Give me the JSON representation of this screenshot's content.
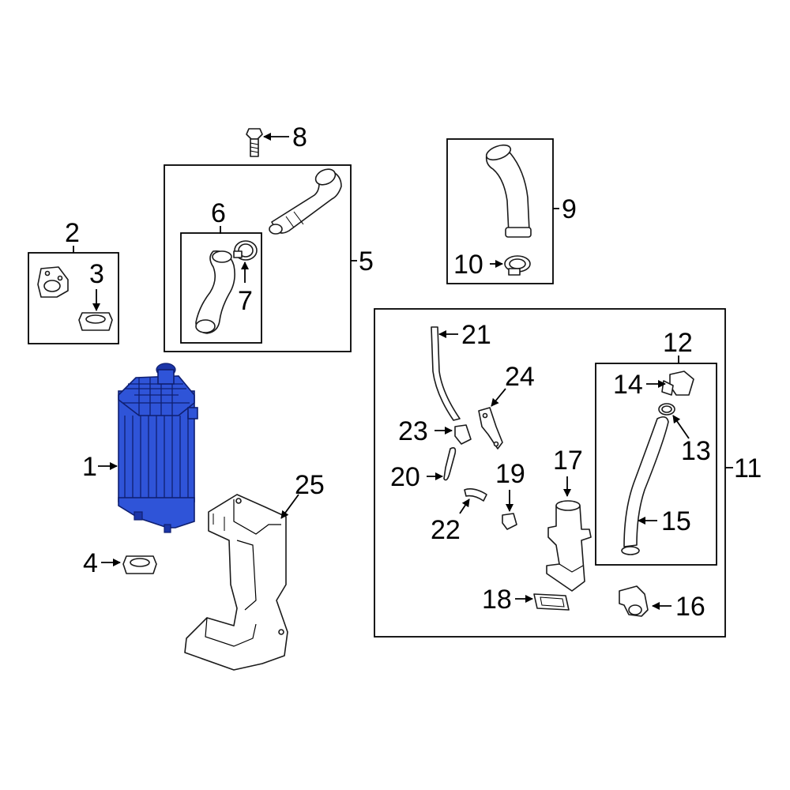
{
  "callouts": {
    "c1": "1",
    "c2": "2",
    "c3": "3",
    "c4": "4",
    "c5": "5",
    "c6": "6",
    "c7": "7",
    "c8": "8",
    "c9": "9",
    "c10": "10",
    "c11": "11",
    "c12": "12",
    "c13": "13",
    "c14": "14",
    "c15": "15",
    "c16": "16",
    "c17": "17",
    "c18": "18",
    "c19": "19",
    "c20": "20",
    "c21": "21",
    "c22": "22",
    "c23": "23",
    "c24": "24",
    "c25": "25"
  },
  "highlight_color": "#2f54d8",
  "highlighted_part": "1"
}
